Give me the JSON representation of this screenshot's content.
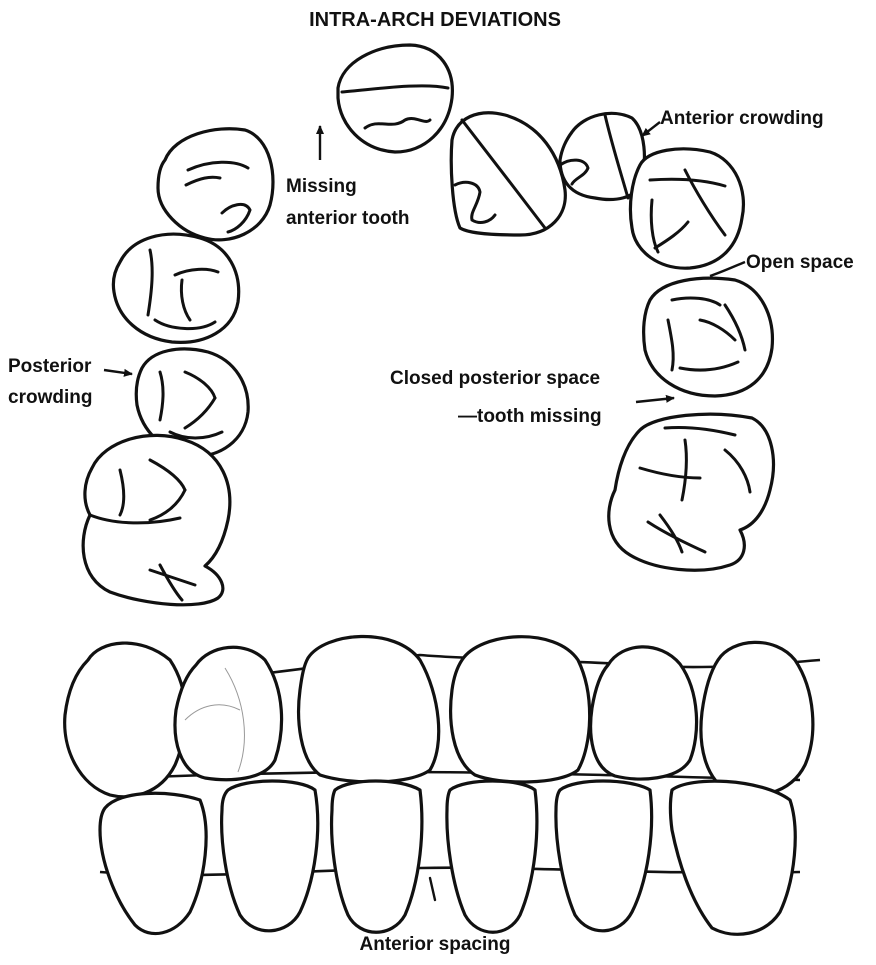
{
  "figure": {
    "title": "INTRA-ARCH DEVIATIONS",
    "labels": {
      "missing_anterior_tooth": [
        "Missing",
        "anterior tooth"
      ],
      "anterior_crowding": "Anterior crowding",
      "open_space": "Open space",
      "posterior_crowding": [
        "Posterior",
        "crowding"
      ],
      "closed_posterior_space": [
        "Closed posterior space",
        "—tooth missing"
      ],
      "anterior_spacing": "Anterior spacing"
    }
  }
}
